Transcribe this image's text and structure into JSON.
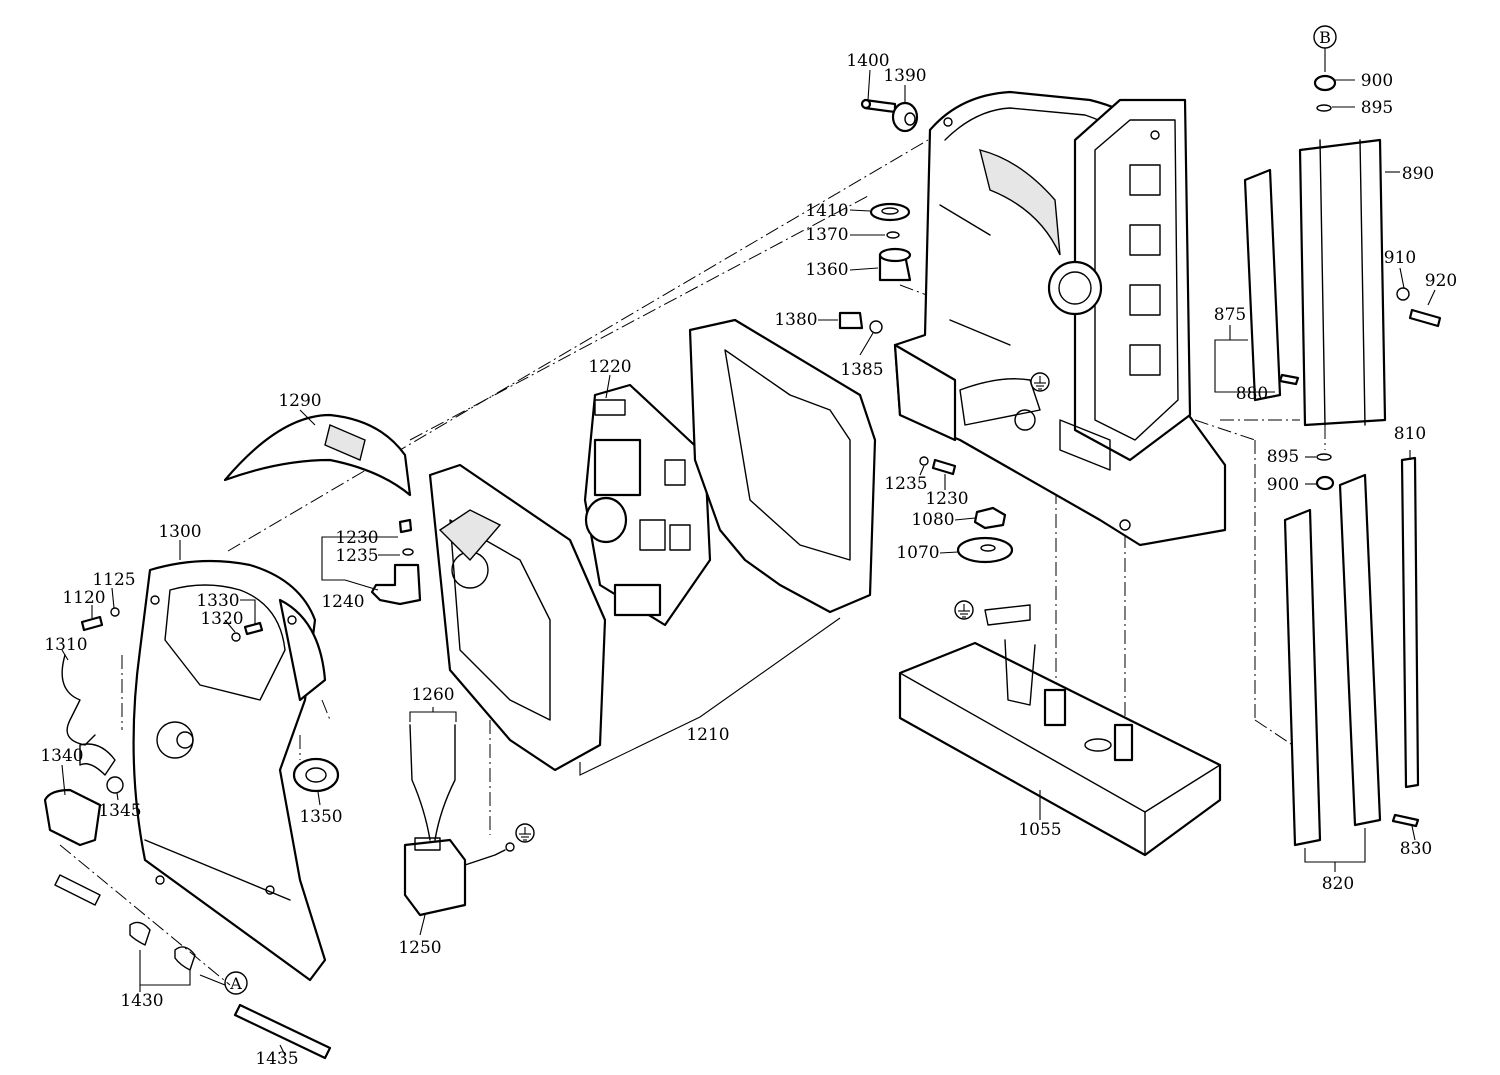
{
  "labels": {
    "p1400": "1400",
    "p1390": "1390",
    "p1410": "1410",
    "p1370": "1370",
    "p1360": "1360",
    "p1380": "1380",
    "p1385": "1385",
    "p1235b": "1235",
    "p1230b": "1230",
    "p1080": "1080",
    "p1070": "1070",
    "p1055": "1055",
    "p1220": "1220",
    "p1210": "1210",
    "p1290": "1290",
    "p1300": "1300",
    "p1230a": "1230",
    "p1235a": "1235",
    "p1240": "1240",
    "p1125": "1125",
    "p1120": "1120",
    "p1330": "1330",
    "p1320": "1320",
    "p1310": "1310",
    "p1340": "1340",
    "p1345": "1345",
    "p1350": "1350",
    "p1260": "1260",
    "p1250": "1250",
    "p1430": "1430",
    "p1435": "1435",
    "p900a": "900",
    "p895a": "895",
    "p890": "890",
    "p910": "910",
    "p920": "920",
    "p875": "875",
    "p880": "880",
    "p895b": "895",
    "p900b": "900",
    "p810": "810",
    "p830": "830",
    "p820": "820"
  },
  "callouts": {
    "A": "A",
    "B": "B"
  },
  "symbols": {
    "ground": "ground-symbol"
  }
}
